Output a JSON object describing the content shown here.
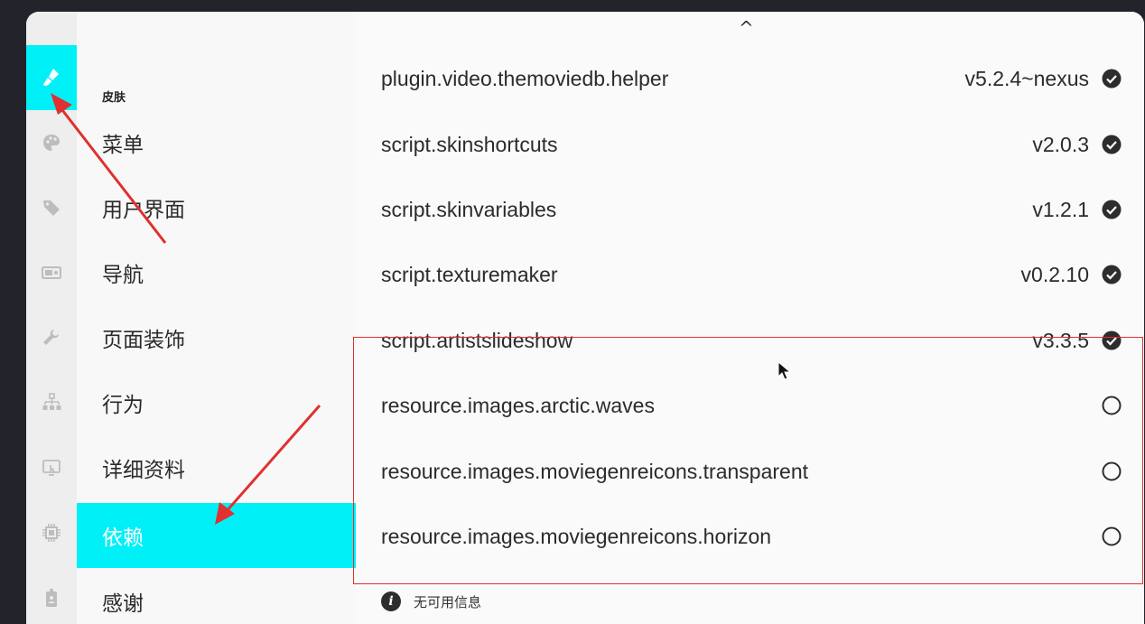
{
  "rail": {
    "icons": [
      "brush-icon",
      "palette-icon",
      "tag-icon",
      "monitor-icon",
      "wrench-icon",
      "network-icon",
      "screen-touch-icon",
      "chip-icon",
      "badge-icon"
    ]
  },
  "categories": {
    "heading": "皮肤",
    "items": [
      "菜单",
      "用户界面",
      "导航",
      "页面装饰",
      "行为",
      "详细资料",
      "依赖",
      "感谢"
    ],
    "active": "依赖"
  },
  "content": {
    "scroll_up_glyph": "^",
    "dependencies": [
      {
        "name": "plugin.video.themoviedb.helper",
        "version": "v5.2.4~nexus",
        "installed": true
      },
      {
        "name": "script.skinshortcuts",
        "version": "v2.0.3",
        "installed": true
      },
      {
        "name": "script.skinvariables",
        "version": "v1.2.1",
        "installed": true
      },
      {
        "name": "script.texturemaker",
        "version": "v0.2.10",
        "installed": true
      },
      {
        "name": "script.artistslideshow",
        "version": "v3.3.5",
        "installed": true
      },
      {
        "name": "resource.images.arctic.waves",
        "version": "",
        "installed": false
      },
      {
        "name": "resource.images.moviegenreicons.transparent",
        "version": "",
        "installed": false
      },
      {
        "name": "resource.images.moviegenreicons.horizon",
        "version": "",
        "installed": false
      }
    ],
    "info_glyph": "i",
    "info_text": "无可用信息"
  },
  "colors": {
    "accent": "#00f0f8",
    "annotation": "#e03030",
    "text": "#2b2b2b"
  }
}
